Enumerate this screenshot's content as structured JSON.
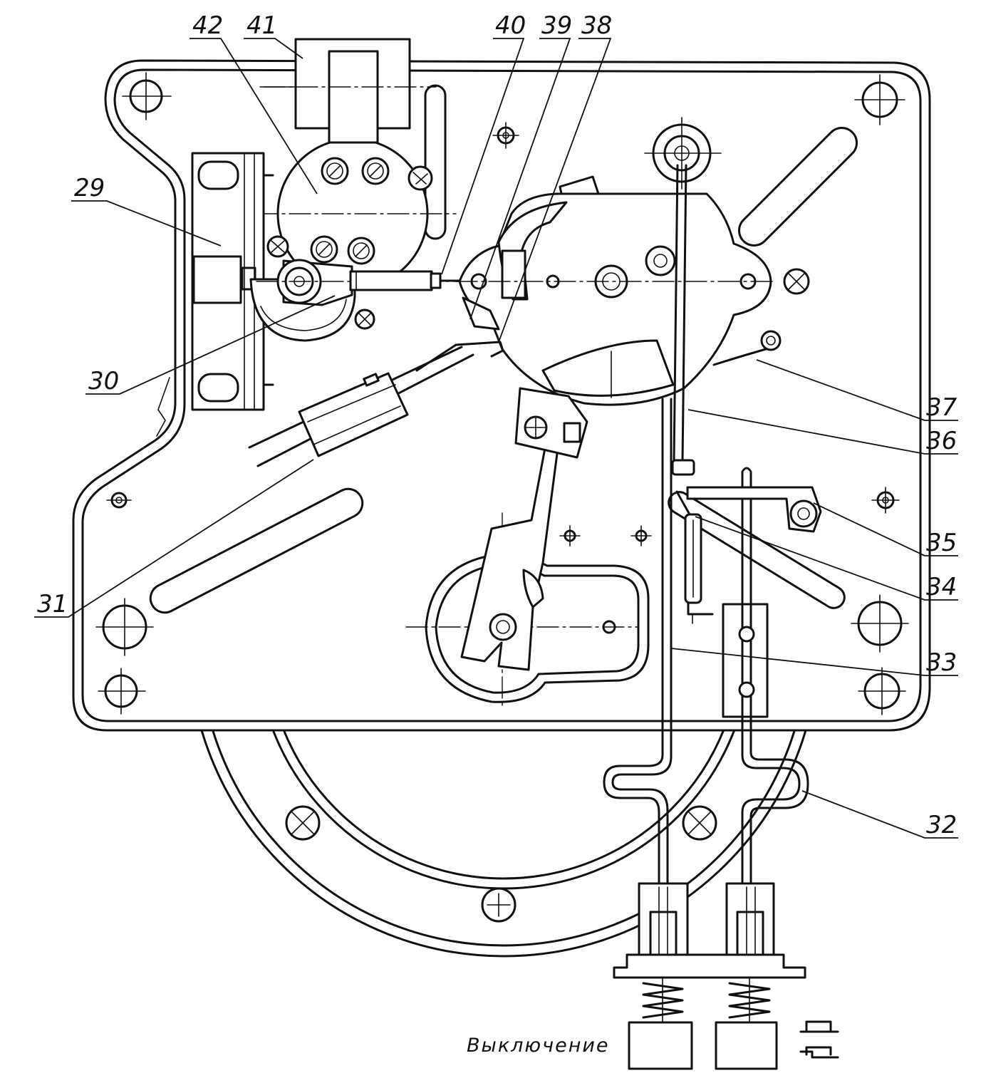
{
  "figure": {
    "callouts": {
      "c29": "29",
      "c30": "30",
      "c31": "31",
      "c32": "32",
      "c33": "33",
      "c34": "34",
      "c35": "35",
      "c36": "36",
      "c37": "37",
      "c38": "38",
      "c39": "39",
      "c40": "40",
      "c41": "41",
      "c42": "42"
    },
    "caption": "Выключение"
  },
  "colors": {
    "line": "#111111",
    "paper": "#ffffff"
  }
}
